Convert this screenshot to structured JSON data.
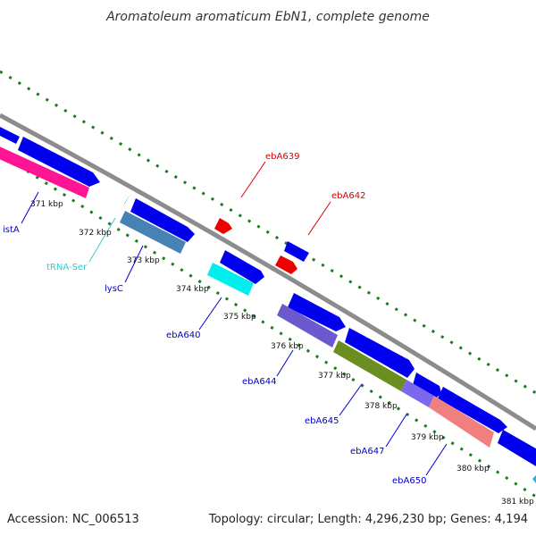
{
  "title": "Aromatoleum aromaticum EbN1, complete genome",
  "footer": {
    "accession": "Accession: NC_006513",
    "summary": "Topology: circular; Length: 4,296,230 bp; Genes: 4,194"
  },
  "colors": {
    "backbone": "#8c8c8c",
    "ticks": "#1e7a1e",
    "label_blue": "#0000cc",
    "label_red": "#dd0000",
    "label_cyan": "#33cccc"
  },
  "tick_labels": [
    "371 kbp",
    "372 kbp",
    "373 kbp",
    "374 kbp",
    "375 kbp",
    "376 kbp",
    "377 kbp",
    "378 kbp",
    "379 kbp",
    "380 kbp",
    "381 kbp"
  ],
  "gene_labels": [
    {
      "text": "istA",
      "color": "#0000cc"
    },
    {
      "text": "tRNA-Ser",
      "color": "#33cccc"
    },
    {
      "text": "lysC",
      "color": "#0000cc"
    },
    {
      "text": "ebA640",
      "color": "#0000cc"
    },
    {
      "text": "ebA644",
      "color": "#0000cc"
    },
    {
      "text": "ebA645",
      "color": "#0000cc"
    },
    {
      "text": "ebA647",
      "color": "#0000cc"
    },
    {
      "text": "ebA650",
      "color": "#0000cc"
    },
    {
      "text": "ebA639",
      "color": "#dd0000"
    },
    {
      "text": "ebA642",
      "color": "#dd0000"
    }
  ],
  "features": [
    {
      "name": "blue-gene",
      "color": "#0000ee"
    },
    {
      "name": "istA-gene",
      "color": "#ff1493"
    },
    {
      "name": "tRNA-Ser-gene",
      "color": "#33ccee"
    },
    {
      "name": "lysC-gene",
      "color": "#4682b4"
    },
    {
      "name": "ebA640-gene",
      "color": "#00eeee"
    },
    {
      "name": "ebA644-gene",
      "color": "#6a5acd"
    },
    {
      "name": "ebA645-gene",
      "color": "#6b8e23"
    },
    {
      "name": "ebA647-gene",
      "color": "#7b68ee"
    },
    {
      "name": "ebA650-gene",
      "color": "#f08080"
    },
    {
      "name": "ebA639-gene",
      "color": "#ee0000"
    },
    {
      "name": "ebA642-gene",
      "color": "#ee0000"
    }
  ]
}
